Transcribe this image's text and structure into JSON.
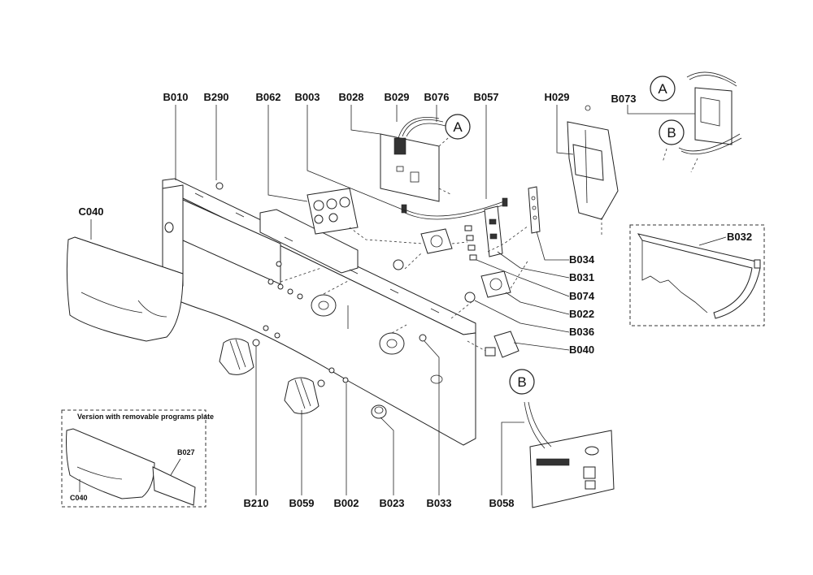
{
  "labels": {
    "B010": "B010",
    "B290": "B290",
    "B062": "B062",
    "B003": "B003",
    "B028": "B028",
    "B029": "B029",
    "B076": "B076",
    "B057": "B057",
    "H029": "H029",
    "B073": "B073",
    "C040": "C040",
    "B034": "B034",
    "B031": "B031",
    "B074": "B074",
    "B022": "B022",
    "B036": "B036",
    "B040": "B040",
    "B032": "B032",
    "B210": "B210",
    "B059": "B059",
    "B002": "B002",
    "B023": "B023",
    "B033": "B033",
    "B058": "B058",
    "B027": "B027",
    "C040_inset": "C040"
  },
  "callouts": {
    "A1": "A",
    "A2": "A",
    "B1": "B",
    "B2": "B"
  },
  "inset": {
    "title": "Version with removable programs plate"
  }
}
